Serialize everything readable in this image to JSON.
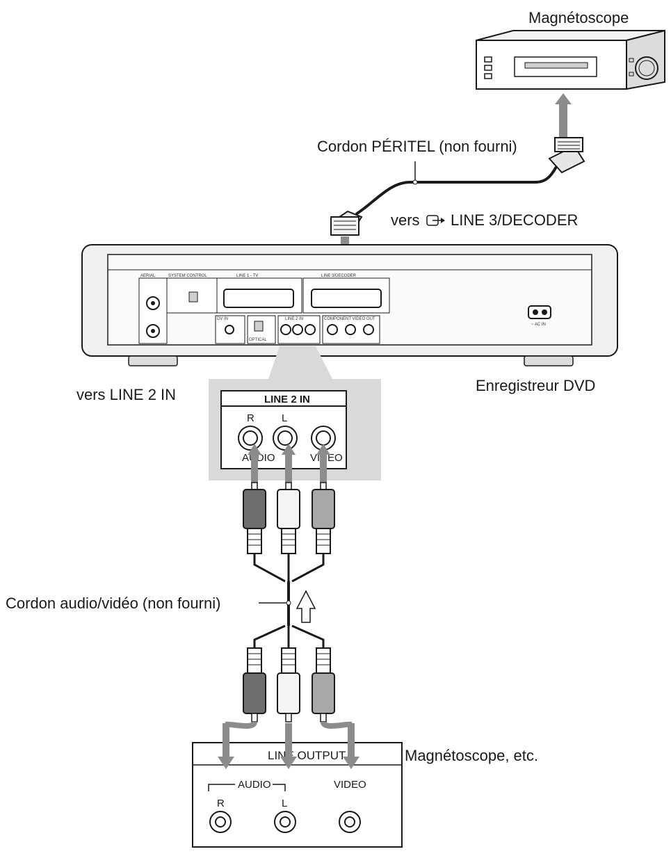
{
  "labels": {
    "vcr_top": "Magnétoscope",
    "scart_cable": "Cordon PÉRITEL (non fourni)",
    "to_line3_prefix": "vers",
    "to_line3": "LINE 3/DECODER",
    "to_line2": "vers LINE 2 IN",
    "dvd_recorder": "Enregistreur DVD",
    "av_cable": "Cordon audio/vidéo (non fourni)",
    "vcr_etc": "Magnétoscope, etc."
  },
  "zoom_panel": {
    "title": "LINE 2 IN",
    "r": "R",
    "l": "L",
    "audio": "AUDIO",
    "video": "VIDEO"
  },
  "output_panel": {
    "title": "LINE OUTPUT",
    "audio": "AUDIO",
    "video": "VIDEO",
    "r": "R",
    "l": "L"
  },
  "back_panel": {
    "aerial": "AERIAL",
    "system_control": "SYSTEM CONTROL",
    "line1": "LINE 1 - TV",
    "line3": "LINE 3/DECODER",
    "line2_in": "LINE 2 IN",
    "component": "COMPONENT VIDEO OUT",
    "dv_in": "DV IN",
    "optical": "OPTICAL",
    "ac_in": "~ AC IN"
  },
  "colors": {
    "arrow": "#8c8c8c",
    "device_fill": "#eeeeee",
    "zoom_fill": "#d9d9d9",
    "plug_red": "#6e6e6e",
    "plug_white": "#f4f4f4",
    "plug_yellow": "#a8a8a8",
    "stroke": "#1a1a1a"
  }
}
